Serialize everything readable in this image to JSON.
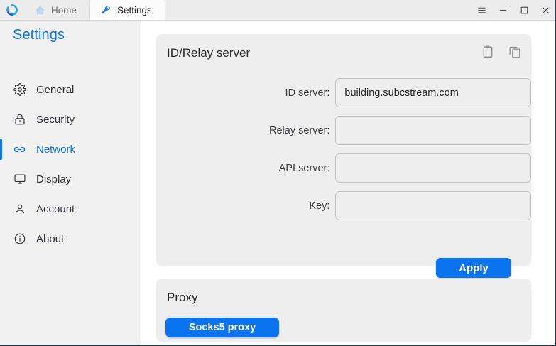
{
  "window": {
    "logo_icon": "rustdesk-logo-icon",
    "controls": [
      {
        "name": "menu-button",
        "icon": "hamburger-menu-icon",
        "label": ""
      },
      {
        "name": "minimize-button",
        "icon": "minimize-icon",
        "label": ""
      },
      {
        "name": "maximize-button",
        "icon": "maximize-icon",
        "label": ""
      },
      {
        "name": "close-button",
        "icon": "close-icon",
        "label": ""
      }
    ]
  },
  "tabs": [
    {
      "label": "Home",
      "icon": "home-icon",
      "active": false
    },
    {
      "label": "Settings",
      "icon": "wrench-icon",
      "active": true
    }
  ],
  "sidebar": {
    "title": "Settings",
    "accent_color": "#0a73f0",
    "items": [
      {
        "label": "General",
        "icon": "gear-icon",
        "active": false
      },
      {
        "label": "Security",
        "icon": "lock-icon",
        "active": false
      },
      {
        "label": "Network",
        "icon": "link-icon",
        "active": true
      },
      {
        "label": "Display",
        "icon": "monitor-icon",
        "active": false
      },
      {
        "label": "Account",
        "icon": "person-icon",
        "active": false
      },
      {
        "label": "About",
        "icon": "info-circle-icon",
        "active": false
      }
    ]
  },
  "main": {
    "id_relay_card": {
      "title": "ID/Relay server",
      "actions": [
        {
          "name": "paste-button",
          "icon": "clipboard-icon"
        },
        {
          "name": "copy-button",
          "icon": "copy-icon"
        }
      ],
      "fields": [
        {
          "label": "ID server:",
          "value": "building.subcstream.com",
          "placeholder": ""
        },
        {
          "label": "Relay server:",
          "value": "",
          "placeholder": ""
        },
        {
          "label": "API server:",
          "value": "",
          "placeholder": ""
        },
        {
          "label": "Key:",
          "value": "",
          "placeholder": ""
        }
      ],
      "apply_label": "Apply"
    },
    "proxy_card": {
      "title": "Proxy",
      "socks5_label": "Socks5 proxy"
    }
  }
}
